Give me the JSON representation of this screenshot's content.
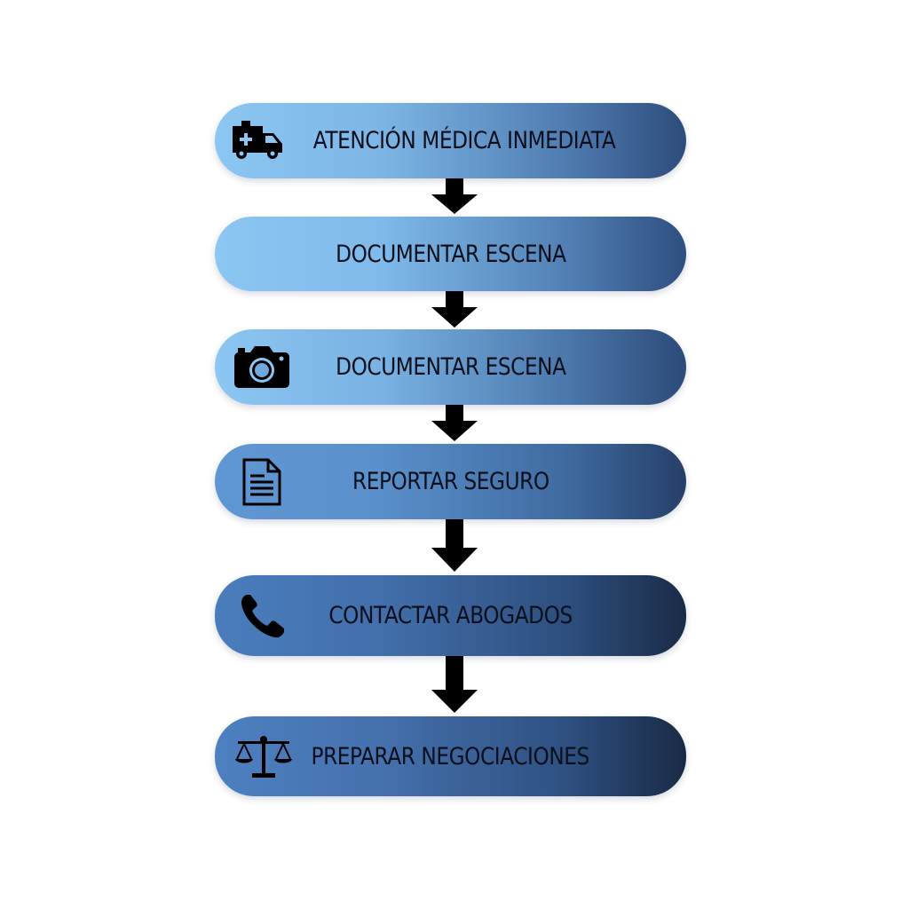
{
  "steps": [
    {
      "label": "ATENCIÓN MÉDICA INMEDIATA",
      "icon": "ambulance-icon"
    },
    {
      "label": "DOCUMENTAR ESCENA",
      "icon": ""
    },
    {
      "label": "DOCUMENTAR ESCENA",
      "icon": "camera-icon"
    },
    {
      "label": "REPORTAR SEGURO",
      "icon": "document-icon"
    },
    {
      "label": "CONTACTAR ABOGADOS",
      "icon": "phone-icon"
    },
    {
      "label": "PREPARAR NEGOCIACIONES",
      "icon": "scales-icon"
    }
  ],
  "colors": {
    "pill_light": "#8cc6f2",
    "pill_dark": "#1a2a45",
    "arrow": "#000000",
    "text": "#0a0f1c"
  }
}
